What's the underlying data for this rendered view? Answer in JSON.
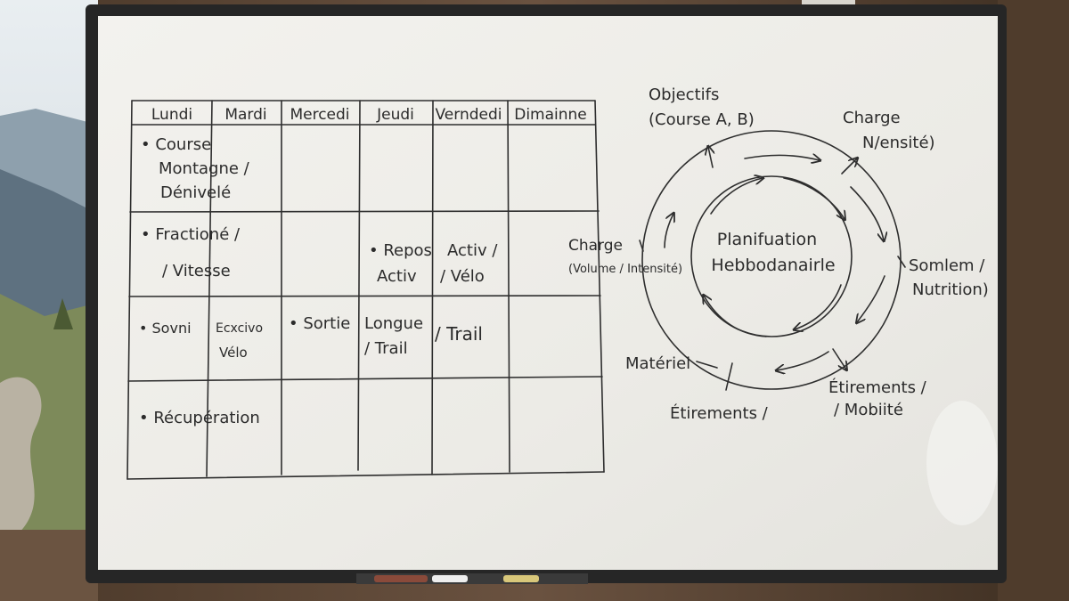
{
  "schedule": {
    "days": [
      "Lundi",
      "Mardi",
      "Mercedi",
      "Jeudi",
      "Verndedi",
      "Dimainne"
    ],
    "entries": {
      "row1_a": "• Course",
      "row1_b": "Montagne /",
      "row1_c": "Dénivelé",
      "row2_a": "• Fractioné /",
      "row2_b": "/ Vitesse",
      "row2_c": "• Repos",
      "row2_d": "Activ",
      "row2_e": "Activ /",
      "row2_f": "/ Vélo",
      "row3_a": "• Sovni",
      "row3_b": "Ecxcivo",
      "row3_c": "Vélo",
      "row3_d": "• Sortie",
      "row3_e": "Longue",
      "row3_f": "/ Trail",
      "row3_g": "/ Trail",
      "row4_a": "• Récupération"
    }
  },
  "cycle": {
    "center_line1": "Planifuation",
    "center_line2": "Hebbodanairle",
    "objectifs_1": "Objectifs",
    "objectifs_2": "(Course A, B)",
    "charge_int_1": "Charge",
    "charge_int_2": "N/ensité)",
    "charge_vol_1": "Charge",
    "charge_vol_2": "(Volume / Intensité)",
    "sommeil_1": "Somlem /",
    "sommeil_2": "Nutrition)",
    "etir_right_1": "Étirements /",
    "etir_right_2": "/ Mobiité",
    "etir_left": "Étirements /",
    "materiel": "Matériel"
  },
  "colors": {
    "board": "#f1f0ec",
    "frame": "#2a2a2a",
    "ink": "#2e2e2e",
    "wood": "#5a4636",
    "marker_red": "#8a4a3a",
    "marker_white": "#eeeeee",
    "marker_yellow": "#d8c77a"
  }
}
